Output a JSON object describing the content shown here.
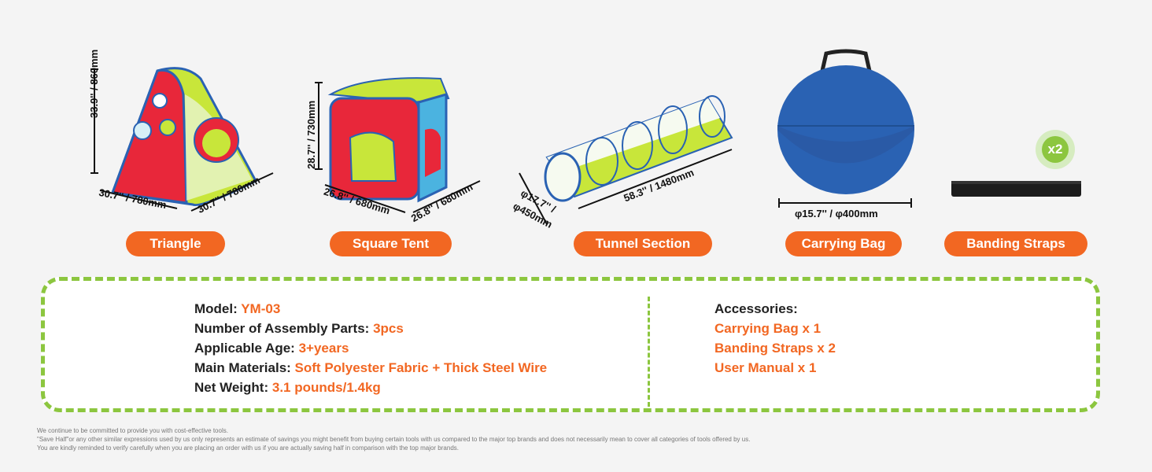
{
  "products": [
    {
      "label": "Triangle",
      "height": "33.9'' / 860mm",
      "width": "30.7'' / 780mm",
      "depth": "30.7'' / 780mm"
    },
    {
      "label": "Square Tent",
      "height": "28.7'' / 730mm",
      "width": "26.8'' / 680mm",
      "depth": "26.8'' / 680mm"
    },
    {
      "label": "Tunnel Section",
      "diameter_a": "φ17.7'' /",
      "diameter_b": "φ450mm",
      "length": "58.3'' / 1480mm"
    },
    {
      "label": "Carrying Bag",
      "diameter": "φ15.7'' / φ400mm"
    },
    {
      "label": "Banding Straps",
      "count": "x2"
    }
  ],
  "specs": [
    {
      "label": "Model:",
      "value": "YM-03"
    },
    {
      "label": "Number of Assembly Parts:",
      "value": "3pcs"
    },
    {
      "label": "Applicable Age:",
      "value": "3+years"
    },
    {
      "label": "Main Materials:",
      "value": "Soft Polyester Fabric + Thick Steel Wire"
    },
    {
      "label": "Net Weight:",
      "value": "3.1 pounds/1.4kg"
    }
  ],
  "accessories": {
    "title": "Accessories:",
    "items": [
      "Carrying Bag x 1",
      "Banding Straps x 2",
      "User Manual x 1"
    ]
  },
  "disclaimer": [
    "We continue to be committed to provide you with cost-effective tools.",
    "\"Save Half\"or any other similar expressions used by us only represents an estimate of savings you might benefit from buying certain tools with us compared to the major top brands and does not necessarily mean to cover all categories of tools offered by us.",
    "You are kindly reminded to verify carefully when you are placing an order with us if you are actually saving half in comparison with the top major brands."
  ],
  "colors": {
    "accent": "#f26722",
    "green": "#8cc63f",
    "red": "#e8273a",
    "blue": "#2a62b3",
    "cyan": "#4bb3e0",
    "lime": "#c8e63a"
  }
}
